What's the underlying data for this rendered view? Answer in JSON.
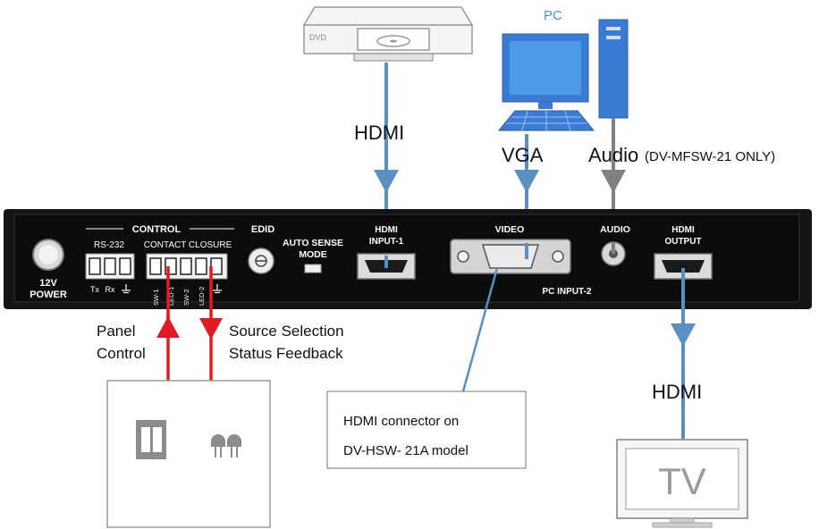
{
  "sources": {
    "dvd_label": "DVD",
    "pc_label": "PC"
  },
  "connections": {
    "hdmi_in": "HDMI",
    "vga": "VGA",
    "audio": "Audio",
    "audio_note": "(DV-MFSW-21 ONLY)",
    "hdmi_out": "HDMI"
  },
  "panel": {
    "power_line1": "12V",
    "power_line2": "POWER",
    "control_header": "CONTROL",
    "rs232_label": "RS-232",
    "rs232_pins": [
      "Tx",
      "Rx"
    ],
    "contact_closure_label": "CONTACT CLOSURE",
    "contact_pins": [
      "SW-1",
      "LED-1",
      "SW-2",
      "LED-2"
    ],
    "edid_label": "EDID",
    "auto_sense_line1": "AUTO SENSE",
    "auto_sense_line2": "MODE",
    "hdmi_input_line1": "HDMI",
    "hdmi_input_line2": "INPUT-1",
    "video_label": "VIDEO",
    "pc_input_label": "PC INPUT-2",
    "audio_label": "AUDIO",
    "hdmi_output_line1": "HDMI",
    "hdmi_output_line2": "OUTPUT"
  },
  "labels": {
    "panel_control_line1": "Panel",
    "panel_control_line2": "Control",
    "source_selection_line1": "Source Selection",
    "source_selection_line2": "Status Feedback"
  },
  "callout": {
    "line1": "HDMI connector on",
    "line2": "DV-HSW- 21A model"
  },
  "tv": {
    "label": "TV"
  },
  "colors": {
    "panel": "#141414",
    "cable_blue": "#5b8fc4",
    "cable_gray": "#808080",
    "control_red": "#e21b23",
    "pc_blue": "#4a90d9"
  }
}
